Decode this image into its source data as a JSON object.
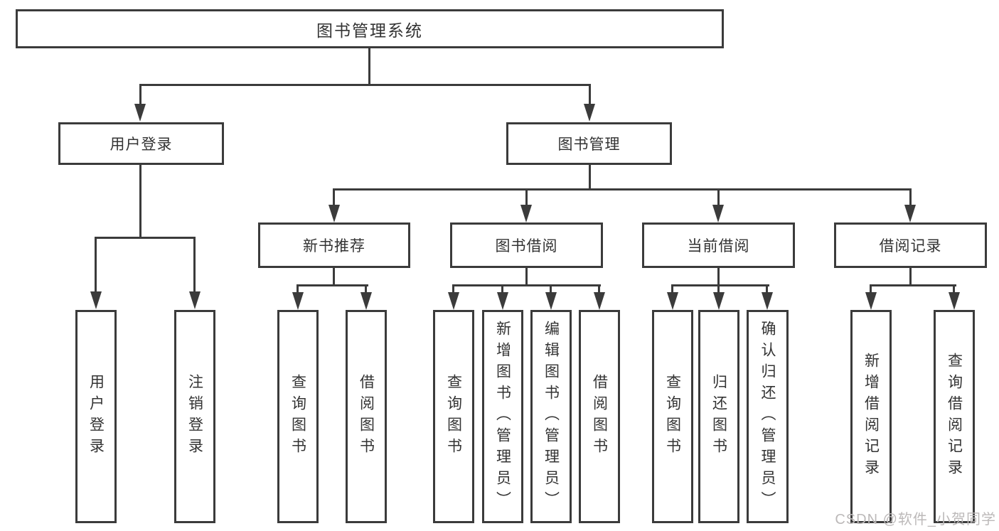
{
  "diagram": {
    "title": "图书管理系统",
    "watermark": "CSDN @软件_小贺同学",
    "colors": {
      "line": "#3b3b3b",
      "text": "#333333",
      "watermark": "#bcb9b9",
      "background": "#ffffff"
    },
    "root": {
      "label": "图书管理系统"
    },
    "level2": [
      {
        "label": "用户登录"
      },
      {
        "label": "图书管理"
      }
    ],
    "level3": [
      {
        "label": "新书推荐"
      },
      {
        "label": "图书借阅"
      },
      {
        "label": "当前借阅"
      },
      {
        "label": "借阅记录"
      }
    ],
    "leaves": {
      "user_login": [
        {
          "label": "用户登录"
        },
        {
          "label": "注销登录"
        }
      ],
      "new_book": [
        {
          "label": "查询图书"
        },
        {
          "label": "借阅图书"
        }
      ],
      "borrow": [
        {
          "label": "查询图书"
        },
        {
          "label": "新增图书（管理员）"
        },
        {
          "label": "编辑图书（管理员）"
        },
        {
          "label": "借阅图书"
        }
      ],
      "current": [
        {
          "label": "查询图书"
        },
        {
          "label": "归还图书"
        },
        {
          "label": "确认归还（管理员）"
        }
      ],
      "records": [
        {
          "label": "新增借阅记录"
        },
        {
          "label": "查询借阅记录"
        }
      ]
    }
  }
}
